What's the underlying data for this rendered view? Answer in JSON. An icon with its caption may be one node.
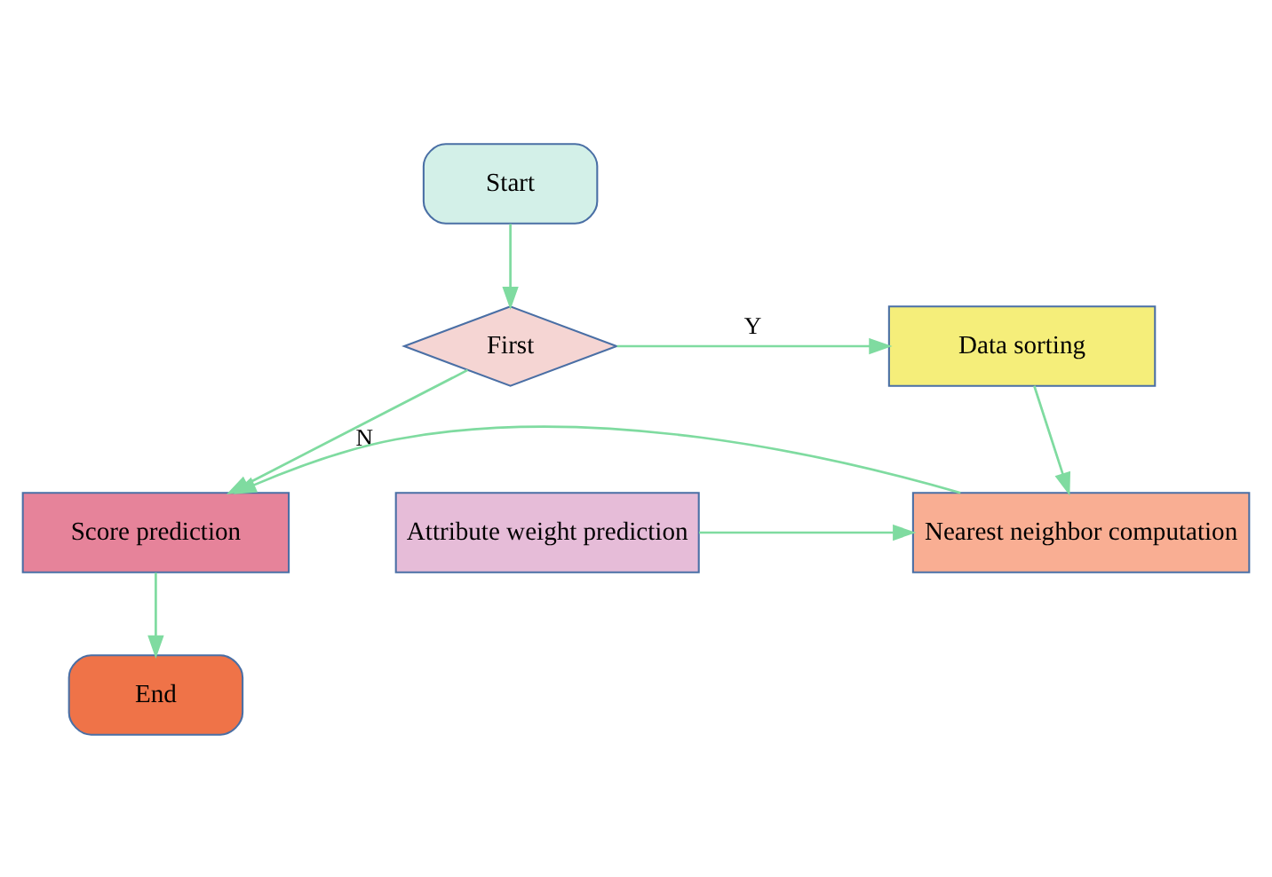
{
  "diagram": {
    "nodes": [
      {
        "text": [
          "Start"
        ]
      },
      {
        "text": [
          "First"
        ]
      },
      {
        "text": [
          "Data sorting"
        ]
      },
      {
        "text": [
          "Score prediction"
        ]
      },
      {
        "text": [
          "Nearest neighbor computation"
        ]
      },
      {
        "text": [
          "Attribute weight prediction"
        ]
      },
      {
        "text": [
          "End"
        ]
      }
    ],
    "edges": [
      {
        "from": 0,
        "to": 1,
        "arrow": "to"
      },
      {
        "from": 1,
        "to": 2,
        "arrow": "to",
        "label": "Y"
      },
      {
        "from": 1,
        "to": 3,
        "arrow": "to",
        "label": "N"
      },
      {
        "from": 2,
        "to": 4,
        "arrow": "to"
      },
      {
        "from": 4,
        "to": 3,
        "arrow": "to"
      },
      {
        "from": 5,
        "to": 4,
        "arrow": "to"
      },
      {
        "from": 3,
        "to": 6,
        "arrow": "to"
      }
    ]
  }
}
